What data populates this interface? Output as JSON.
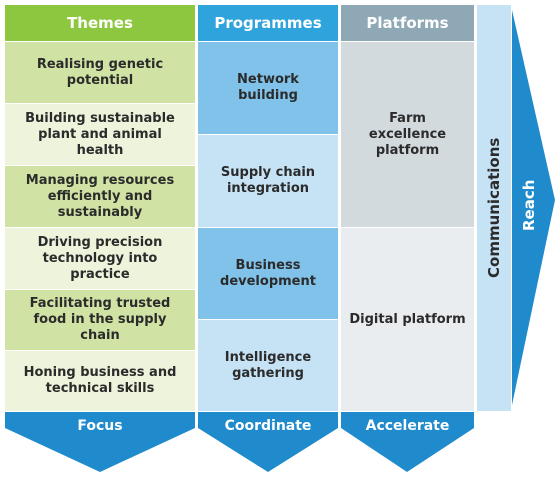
{
  "columns": {
    "themes": {
      "header": "Themes",
      "items": [
        "Realising genetic potential",
        "Building sustainable plant and animal health",
        "Managing resources efficiently and sustainably",
        "Driving precision technology into practice",
        "Facilitating trusted food in the supply chain",
        "Honing business and technical skills"
      ],
      "footer": "Focus"
    },
    "programmes": {
      "header": "Programmes",
      "items": [
        "Network building",
        "Supply chain integration",
        "Business development",
        "Intelligence gathering"
      ],
      "footer": "Coordinate"
    },
    "platforms": {
      "header": "Platforms",
      "items": [
        "Farm excellence platform",
        "Digital platform"
      ],
      "footer": "Accelerate"
    }
  },
  "communications": "Communications",
  "reach": "Reach",
  "colors": {
    "themes_header": "#8dc63f",
    "themes_dark": "#d0e3a4",
    "themes_light": "#eef4dc",
    "programmes_header": "#2ea3dc",
    "programmes_dark": "#80c2ea",
    "programmes_light": "#c6e3f6",
    "platforms_header": "#8fa8b5",
    "platforms_dark": "#d3dade",
    "platforms_light": "#e9edf0",
    "footer_blue": "#1f8bcc",
    "comm_band": "#c6e3f6",
    "reach_arrow": "#1f8bcc"
  }
}
